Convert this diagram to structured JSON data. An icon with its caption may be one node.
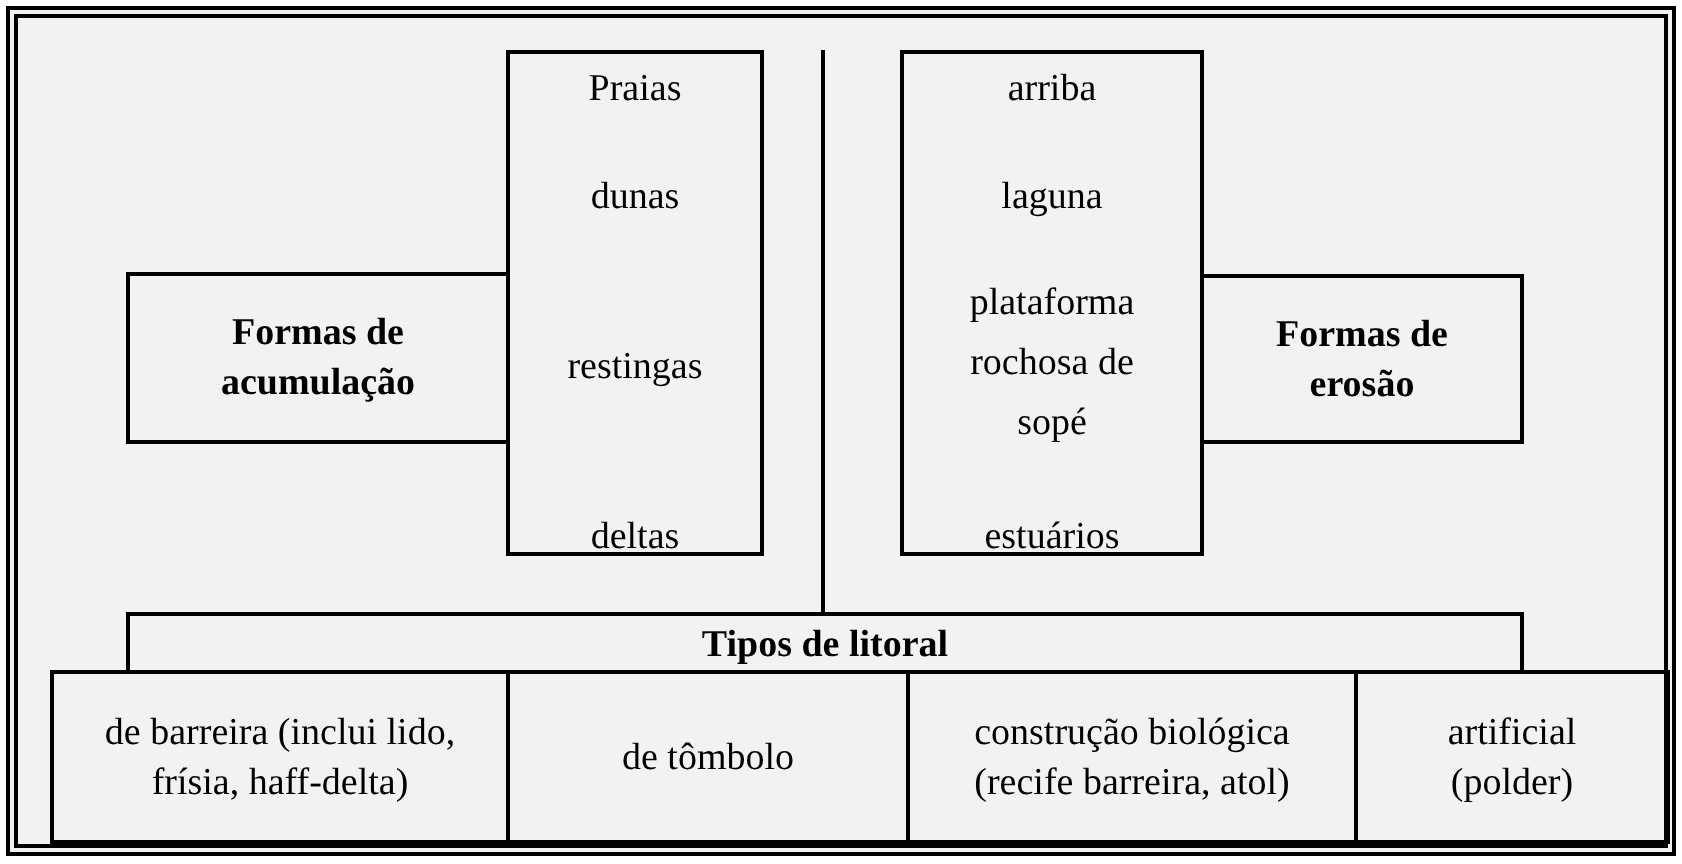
{
  "diagram": {
    "nodes": [
      {
        "text": [
          "Formas de acumulação"
        ]
      },
      {
        "text": [
          "Praias",
          "dunas",
          "restingas",
          "deltas"
        ]
      },
      {
        "text": [
          "arriba",
          "laguna",
          "plataforma rochosa de sopé",
          "estuários"
        ]
      },
      {
        "text": [
          "Formas de erosão"
        ]
      },
      {
        "text": [
          "Tipos de litoral"
        ]
      },
      {
        "text": [
          "de barreira (inclui lido, frísia, haff-delta)"
        ]
      },
      {
        "text": [
          "de tômbolo"
        ]
      },
      {
        "text": [
          "construção biológica (recife barreira, atol)"
        ]
      },
      {
        "text": [
          "artificial (polder)"
        ]
      }
    ],
    "edges": [
      {
        "from": null,
        "to": 4,
        "arrow": "none"
      }
    ]
  }
}
